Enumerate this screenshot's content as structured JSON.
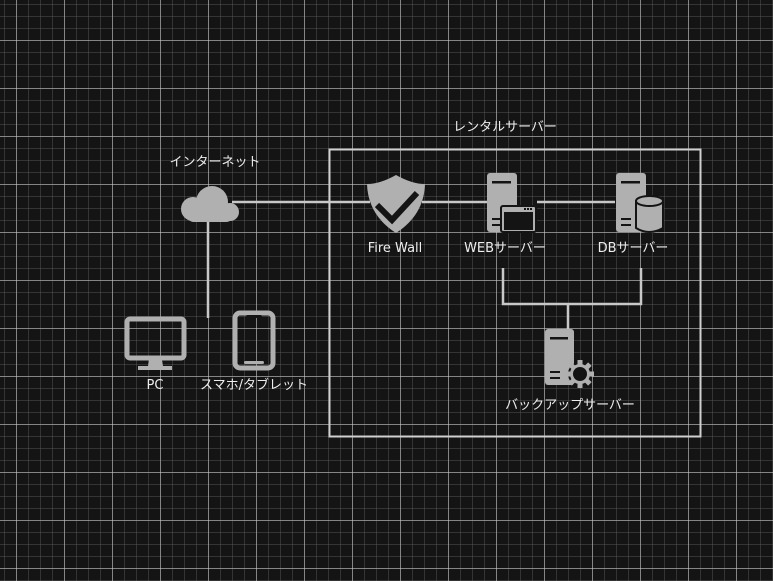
{
  "diagram": {
    "group": {
      "title": "レンタルサーバー"
    },
    "nodes": {
      "internet": {
        "label": "インターネット",
        "icon": "cloud-icon"
      },
      "firewall": {
        "label": "Fire Wall",
        "icon": "shield-check-icon"
      },
      "web_server": {
        "label": "WEBサーバー",
        "icon": "web-server-icon"
      },
      "db_server": {
        "label": "DBサーバー",
        "icon": "database-server-icon"
      },
      "backup_server": {
        "label": "バックアップサーバー",
        "icon": "backup-server-gear-icon"
      },
      "pc": {
        "label": "PC",
        "icon": "monitor-icon"
      },
      "smartphone": {
        "label": "スマホ/タブレット",
        "icon": "smartphone-icon"
      }
    },
    "edges": [
      {
        "from": "internet",
        "to": "firewall"
      },
      {
        "from": "firewall",
        "to": "web_server"
      },
      {
        "from": "web_server",
        "to": "db_server"
      },
      {
        "from": "internet",
        "to": "pc"
      },
      {
        "from": "internet",
        "to": "smartphone"
      },
      {
        "from": "web_server",
        "to": "backup_server"
      },
      {
        "from": "db_server",
        "to": "backup_server"
      }
    ],
    "colors": {
      "background": "#141414",
      "icon": "#b0b0b0",
      "line": "#c8c8c8",
      "text": "#eeeeee"
    }
  }
}
